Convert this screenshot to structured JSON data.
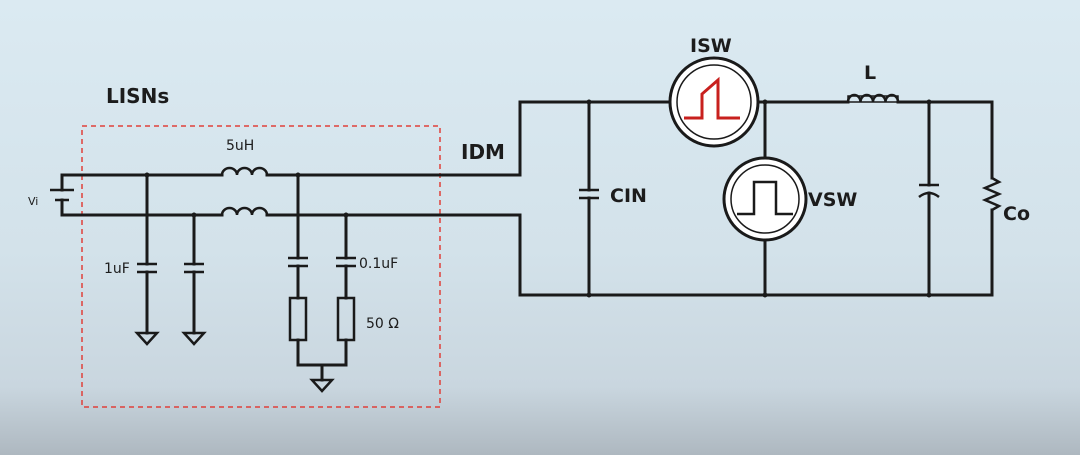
{
  "labels": {
    "lisns": "LISNs",
    "source": "Vi",
    "lisn_inductor": "5uH",
    "lisn_cap": "1uF",
    "lisn_small_cap": "0.1uF",
    "lisn_resistor": "50 Ω",
    "idm": "IDM",
    "cin": "CIN",
    "isw": "ISW",
    "vsw": "VSW",
    "inductor": "L",
    "co": "Co"
  },
  "colors": {
    "wire": "#1a1a1a",
    "lisn_box": "#e0403a",
    "isw_waveform": "#c8201e",
    "vsw_waveform": "#1a1a1a"
  }
}
